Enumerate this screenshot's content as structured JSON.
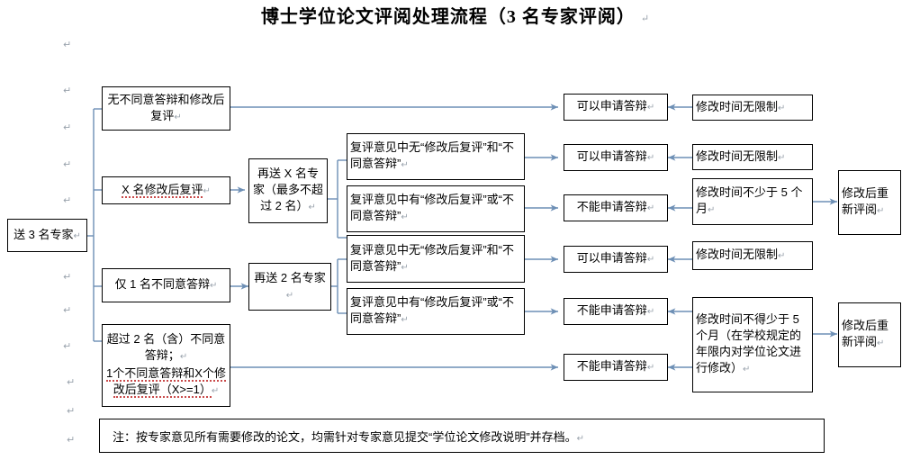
{
  "title": {
    "text": "博士学位论文评阅处理流程（3 名专家评阅）",
    "paragraph_mark": "↵"
  },
  "symbols": {
    "paragraph_mark": "↵"
  },
  "colors": {
    "connector": "#6d8fb5",
    "box_border": "#000000",
    "background": "#ffffff",
    "paragraph_mark": "#9aa3ad",
    "spell_squiggle": "#c94a4a"
  },
  "nodes": {
    "start": {
      "label": "送 3 名专家"
    },
    "branch1": {
      "label": "无不同意答辩和修改后复评"
    },
    "branch2": {
      "label": "X 名修改后复评"
    },
    "branch3": {
      "label": "仅 1 名不同意答辩"
    },
    "branch4_line1": {
      "label": "超过 2 名（含）不同意答辩；"
    },
    "branch4_line2": {
      "label": "1个不同意答辩和X个修改后复评（X>=1）"
    },
    "resend_x": {
      "label": "再送 X 名专家（最多不超过 2 名）"
    },
    "resend_2": {
      "label": "再送 2 名专家"
    },
    "review_none_1": {
      "label": "复评意见中无“修改后复评”和“不同意答辩”"
    },
    "review_has_1": {
      "label": "复评意见中有“修改后复评”或“不同意答辩”"
    },
    "review_none_2": {
      "label": "复评意见中无“修改后复评”和“不同意答辩”"
    },
    "review_has_2": {
      "label": "复评意见中有“修改后复评”或“不同意答辩”"
    },
    "allow_1": {
      "label": "可以申请答辩"
    },
    "allow_2": {
      "label": "可以申请答辩"
    },
    "deny_1": {
      "label": "不能申请答辩"
    },
    "allow_3": {
      "label": "可以申请答辩"
    },
    "deny_2": {
      "label": "不能申请答辩"
    },
    "deny_3": {
      "label": "不能申请答辩"
    },
    "time_unlimited_1": {
      "label": "修改时间无限制"
    },
    "time_unlimited_2": {
      "label": "修改时间无限制"
    },
    "time_min5": {
      "label": "修改时间不少于 5 个月"
    },
    "time_unlimited_3": {
      "label": "修改时间无限制"
    },
    "time_min5_detail": {
      "label": "修改时间不得少于 5 个月（在学校规定的年限内对学位论文进行修改）"
    },
    "rereview_1": {
      "label": "修改后重新评阅"
    },
    "rereview_2": {
      "label": "修改后重新评阅"
    }
  },
  "note": {
    "label": "注：按专家意见所有需要修改的论文，均需针对专家意见提交“学位论文修改说明”并存档。"
  },
  "margin_marks": [
    "↵",
    "↵",
    "↵",
    "↵",
    "↵",
    "↵",
    "↵",
    "↵",
    "↵",
    "↵",
    "↵"
  ]
}
